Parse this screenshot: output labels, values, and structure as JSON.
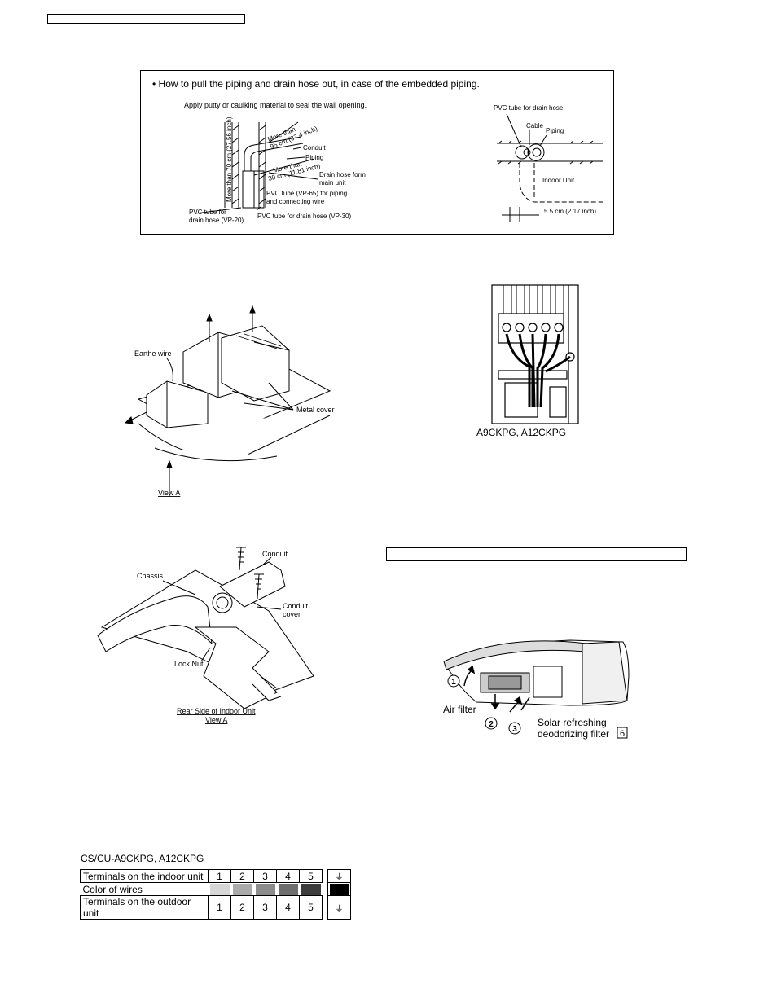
{
  "figure1": {
    "title": "•  How to pull the piping and drain hose out, in case of the embedded piping.",
    "instruction": "Apply putty or caulking material to seal the wall opening.",
    "labels": {
      "more_than_70": "More than 70 cm (27.56 inch)",
      "more_than_a": "More than",
      "dim_95": "95 cm (37.4 inch)",
      "conduit": "Conduit",
      "piping": "Piping",
      "more_than_b": "More than",
      "dim_30": "30 cm (11.81 inch)",
      "drain_hose_form_1": "Drain hose form",
      "drain_hose_form_2": "main unit",
      "pvc65_1": "PVC tube (VP-65) for piping",
      "pvc65_2": "and connecting wire",
      "pvc20_1": "PVC tube for",
      "pvc20_2": "drain hose (VP-20)",
      "pvc30": "PVC tube for drain hose (VP-30)"
    },
    "side": {
      "pvc_drain": "PVC tube for drain hose",
      "cable": "Cable",
      "piping": "Piping",
      "indoor_unit": "Indoor Unit",
      "dim_55": "5.5 cm (2.17 inch)"
    }
  },
  "figure2": {
    "earth_wire": "Earthe wire",
    "metal_cover": "Metal cover",
    "view_a": "View A"
  },
  "figure3": {
    "caption": "A9CKPG, A12CKPG"
  },
  "figure4": {
    "conduit": "Conduit",
    "chassis": "Chassis",
    "conduit_cover_1": "Conduit",
    "conduit_cover_2": "cover",
    "lock_nut": "Lock Nut",
    "rear_side": "Rear Side of Indoor Unit",
    "view_a": "View A"
  },
  "figure5": {
    "step1": "1",
    "step2": "2",
    "step3": "3",
    "air_filter": "Air filter",
    "solar_1": "Solar refreshing",
    "solar_2": "deodorizing filter",
    "filter_num": "6"
  },
  "wiring_table": {
    "model": "CS/CU-A9CKPG, A12CKPG",
    "row_indoor": "Terminals on the indoor unit",
    "row_color": "Color of wires",
    "row_outdoor": "Terminals on the outdoor unit",
    "numbers": [
      "1",
      "2",
      "3",
      "4",
      "5"
    ],
    "earth_symbol": "⏚",
    "wire_colors": [
      "#d6d6d6",
      "#aaaaaa",
      "#8c8c8c",
      "#6e6e6e",
      "#3c3c3c",
      "#000000"
    ]
  }
}
